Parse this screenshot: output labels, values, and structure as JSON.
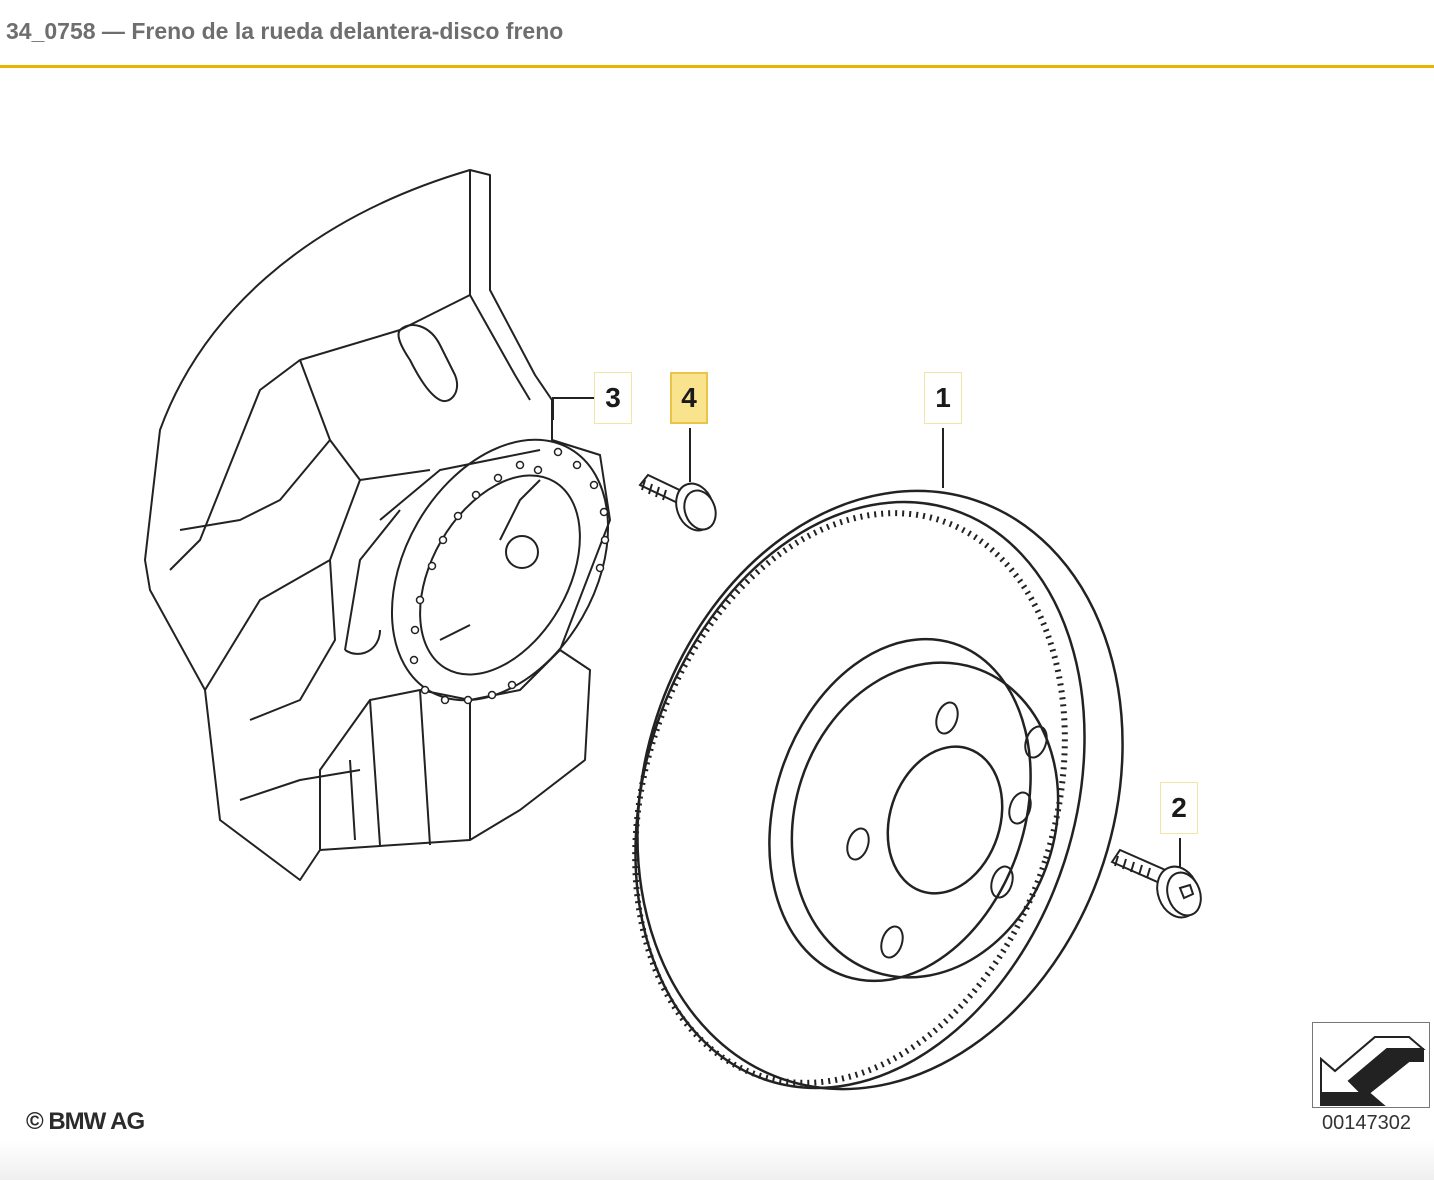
{
  "header": {
    "title": "34_0758 — Freno de la rueda delantera-disco freno",
    "accent_color": "#e8b400"
  },
  "callouts": [
    {
      "label": "3",
      "active": false
    },
    {
      "label": "4",
      "active": true
    },
    {
      "label": "1",
      "active": false
    },
    {
      "label": "2",
      "active": false
    }
  ],
  "footer": {
    "copyright": "© BMW AG",
    "image_number": "00147302"
  },
  "icons": {
    "orientation": "direction-arrow-icon"
  }
}
